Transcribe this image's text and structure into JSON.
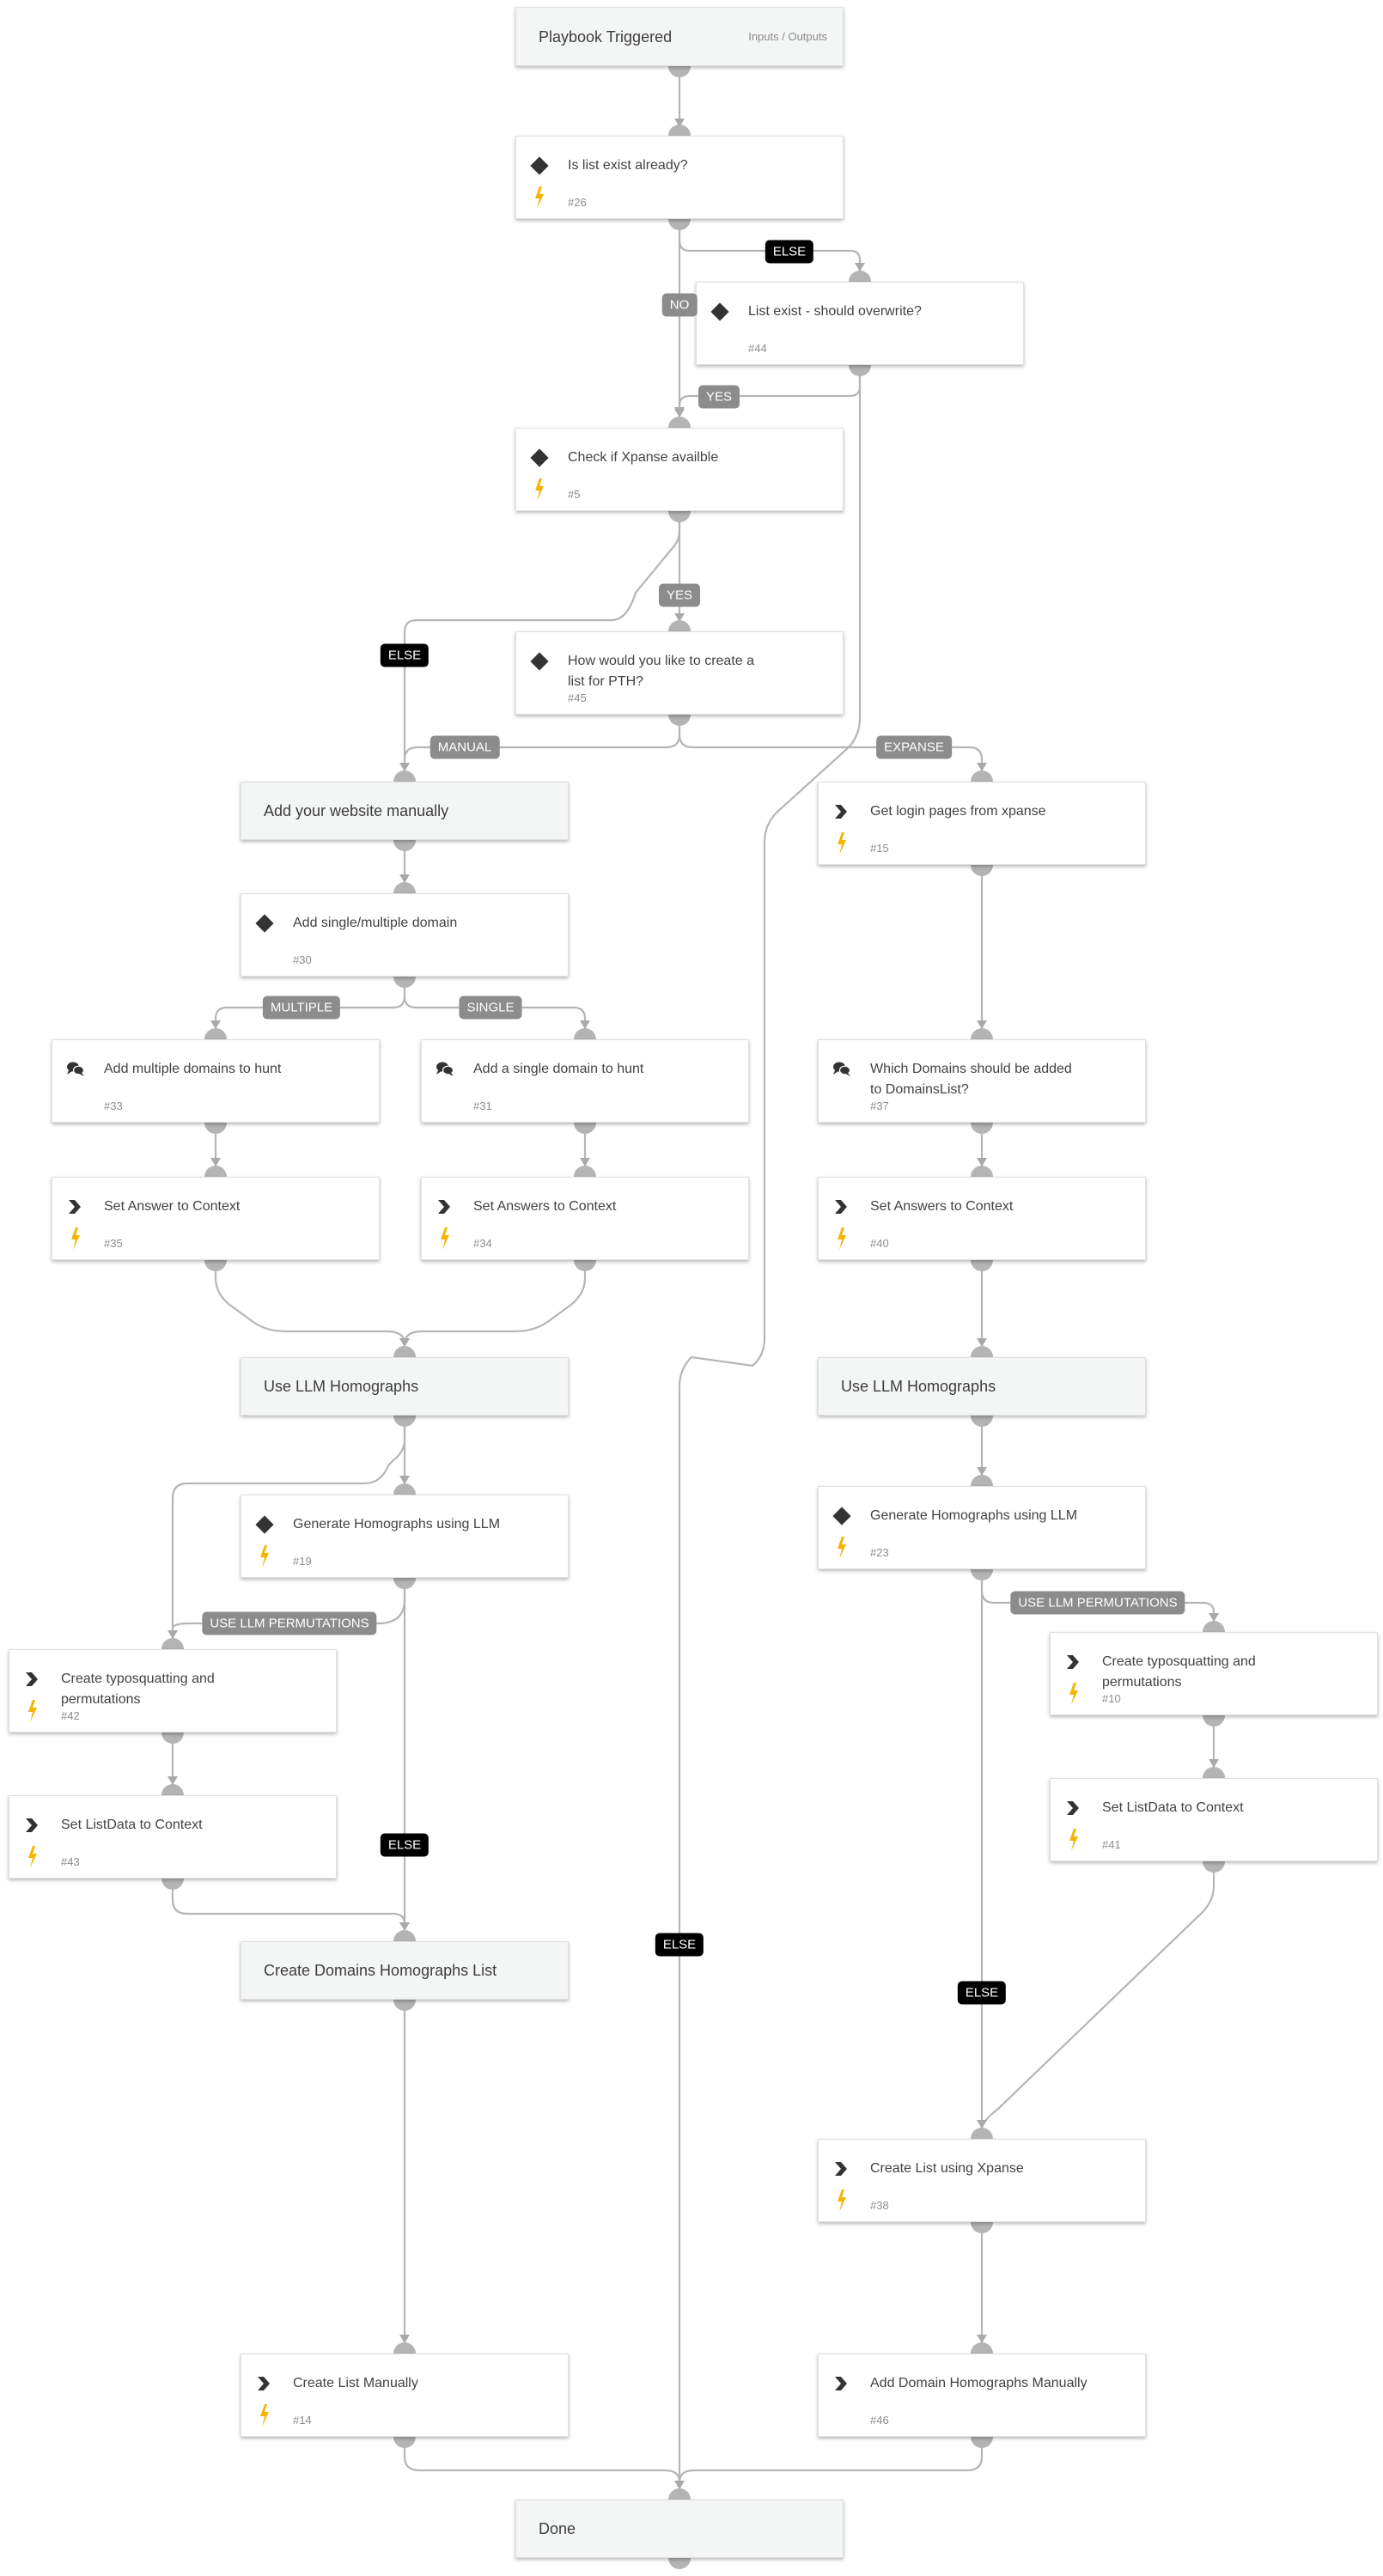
{
  "nodes": [
    {
      "id": "trigger",
      "type": "section",
      "title": "Playbook Triggered",
      "io": "Inputs / Outputs"
    },
    {
      "id": "n26",
      "type": "condition",
      "title": "Is list exist already?",
      "num": "#26",
      "bolt": true
    },
    {
      "id": "n44",
      "type": "condition",
      "title": "List exist - should overwrite?",
      "num": "#44",
      "bolt": false
    },
    {
      "id": "n5",
      "type": "condition",
      "title": "Check if Xpanse availble",
      "num": "#5",
      "bolt": true
    },
    {
      "id": "n45",
      "type": "condition",
      "title": "How would you like to create a list for PTH?",
      "num": "#45",
      "bolt": false
    },
    {
      "id": "manual",
      "type": "section",
      "title": "Add your website manually"
    },
    {
      "id": "n15",
      "type": "action",
      "title": "Get login pages from xpanse",
      "num": "#15",
      "bolt": true
    },
    {
      "id": "n30",
      "type": "condition",
      "title": "Add single/multiple domain",
      "num": "#30",
      "bolt": false
    },
    {
      "id": "n33",
      "type": "chat",
      "title": "Add multiple domains to hunt",
      "num": "#33",
      "bolt": false
    },
    {
      "id": "n31",
      "type": "chat",
      "title": "Add a single domain to hunt",
      "num": "#31",
      "bolt": false
    },
    {
      "id": "n37",
      "type": "chat",
      "title": "Which Domains should be added to DomainsList?",
      "num": "#37",
      "bolt": false
    },
    {
      "id": "n35",
      "type": "action",
      "title": "Set Answer to Context",
      "num": "#35",
      "bolt": true
    },
    {
      "id": "n34",
      "type": "action",
      "title": "Set Answers to Context",
      "num": "#34",
      "bolt": true
    },
    {
      "id": "n40",
      "type": "action",
      "title": "Set Answers to Context",
      "num": "#40",
      "bolt": true
    },
    {
      "id": "llm1",
      "type": "section",
      "title": "Use LLM Homographs"
    },
    {
      "id": "llm2",
      "type": "section",
      "title": "Use LLM Homographs"
    },
    {
      "id": "n19",
      "type": "condition",
      "title": "Generate Homographs using LLM",
      "num": "#19",
      "bolt": true
    },
    {
      "id": "n23",
      "type": "condition",
      "title": "Generate Homographs using LLM",
      "num": "#23",
      "bolt": true
    },
    {
      "id": "n42",
      "type": "action",
      "title": "Create typosquatting and permutations",
      "num": "#42",
      "bolt": true
    },
    {
      "id": "n10",
      "type": "action",
      "title": "Create typosquatting and permutations",
      "num": "#10",
      "bolt": true
    },
    {
      "id": "n43",
      "type": "action",
      "title": "Set ListData to Context",
      "num": "#43",
      "bolt": true
    },
    {
      "id": "n41",
      "type": "action",
      "title": "Set ListData to Context",
      "num": "#41",
      "bolt": true
    },
    {
      "id": "homolist",
      "type": "section",
      "title": "Create Domains Homographs List"
    },
    {
      "id": "n38",
      "type": "action",
      "title": "Create List using Xpanse",
      "num": "#38",
      "bolt": true
    },
    {
      "id": "n14",
      "type": "action",
      "title": "Create List Manually",
      "num": "#14",
      "bolt": true
    },
    {
      "id": "n46",
      "type": "action",
      "title": "Add Domain Homographs Manually",
      "num": "#46",
      "bolt": false
    },
    {
      "id": "done",
      "type": "section",
      "title": "Done"
    }
  ],
  "edge_labels": [
    {
      "id": "l-else-26",
      "text": "ELSE",
      "style": "black"
    },
    {
      "id": "l-no-26",
      "text": "NO",
      "style": "gray"
    },
    {
      "id": "l-yes-44",
      "text": "YES",
      "style": "gray"
    },
    {
      "id": "l-yes-5",
      "text": "YES",
      "style": "gray"
    },
    {
      "id": "l-else-5",
      "text": "ELSE",
      "style": "black"
    },
    {
      "id": "l-manual",
      "text": "MANUAL",
      "style": "gray"
    },
    {
      "id": "l-expanse",
      "text": "EXPANSE",
      "style": "gray"
    },
    {
      "id": "l-multiple",
      "text": "MULTIPLE",
      "style": "gray"
    },
    {
      "id": "l-single",
      "text": "SINGLE",
      "style": "gray"
    },
    {
      "id": "l-perm-19",
      "text": "USE LLM PERMUTATIONS",
      "style": "gray"
    },
    {
      "id": "l-perm-23",
      "text": "USE LLM PERMUTATIONS",
      "style": "gray"
    },
    {
      "id": "l-else-19",
      "text": "ELSE",
      "style": "black"
    },
    {
      "id": "l-else-44",
      "text": "ELSE",
      "style": "black"
    },
    {
      "id": "l-else-23",
      "text": "ELSE",
      "style": "black"
    }
  ]
}
